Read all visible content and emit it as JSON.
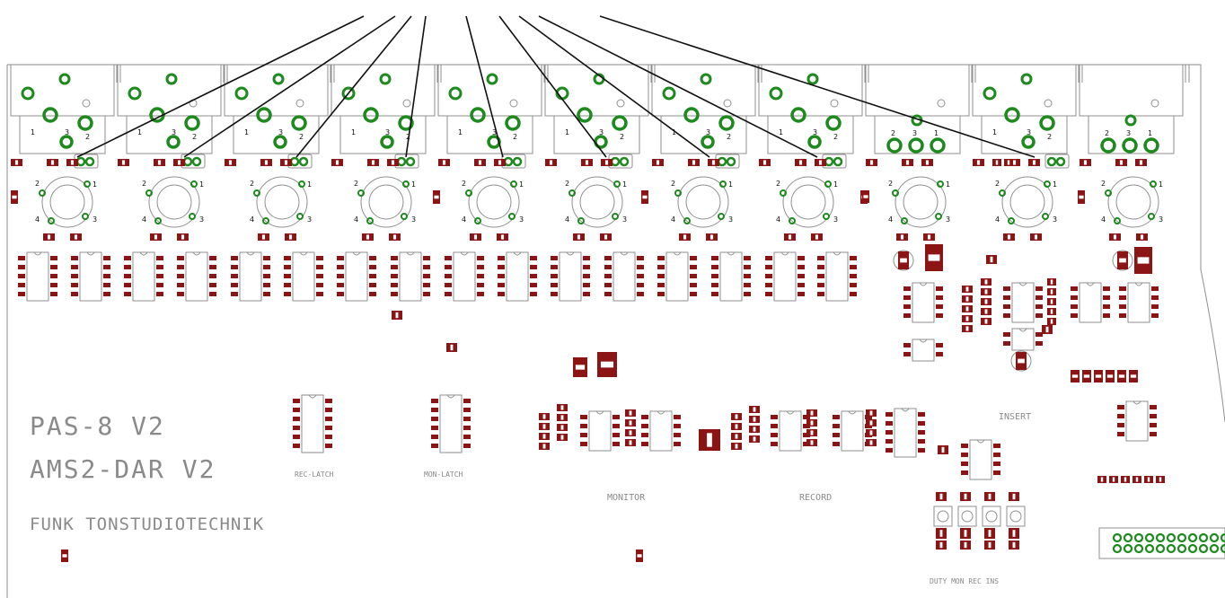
{
  "board": {
    "title_line1": "PAS-8 V2",
    "title_line2": "AMS2-DAR V2",
    "maker": "FUNK TONSTUDIOTECHNIK",
    "labels": {
      "rec_latch": "REC-LATCH",
      "mon_latch": "MON-LATCH",
      "monitor": "MONITOR",
      "record": "RECORD",
      "insert": "INSERT",
      "trimmers": "DUTY MON REC INS"
    },
    "jack_pins": [
      "1",
      "3",
      "2"
    ],
    "pot_pins": [
      "1",
      "2",
      "3",
      "4"
    ]
  },
  "colors": {
    "copper_pad": "#8b1414",
    "through_hole": "#1d8a1d",
    "silkscreen": "#8a8a8a",
    "leader_line": "#111111"
  }
}
